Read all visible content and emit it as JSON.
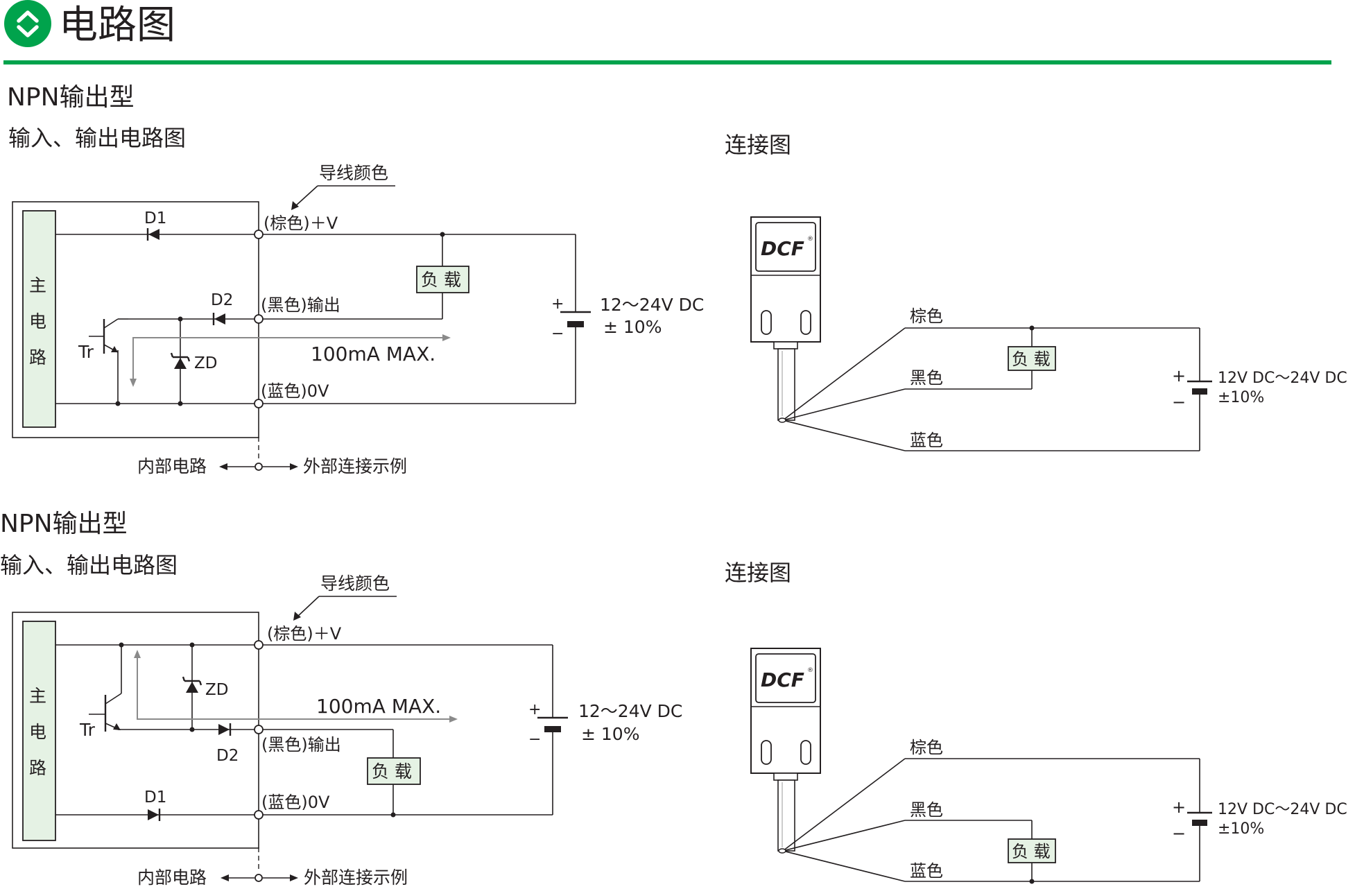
{
  "header": {
    "title": "电路图",
    "accent_color": "#00a34c",
    "icon": "chevron-updown-icon"
  },
  "sections": [
    {
      "title": "NPN输出型",
      "subtitle": "输入、输出电路图",
      "circuit": {
        "wire_color_label": "导线颜色",
        "main_circuit": [
          "主",
          "电",
          "路"
        ],
        "terminals": {
          "brown": "(棕色)＋V",
          "black": "(黑色)输出",
          "blue": "(蓝色)0V"
        },
        "components": {
          "d1": "D1",
          "d2": "D2",
          "zd": "ZD",
          "tr": "Tr",
          "load": "负 载"
        },
        "current": "100mA  MAX.",
        "supply": {
          "voltage": "12～24V DC",
          "tolerance": "± 10%",
          "plus": "+",
          "minus": "−"
        },
        "bottom": {
          "left": "内部电路",
          "right": "外部连接示例"
        }
      },
      "connection": {
        "title": "连接图",
        "brand": "DCF",
        "reg_mark": "®",
        "wires": [
          "棕色",
          "黑色",
          "蓝色"
        ],
        "load": "负 载",
        "supply": {
          "voltage": "12V DC～24V DC",
          "tolerance": "±10%",
          "plus": "+",
          "minus": "−"
        }
      }
    },
    {
      "title": "NPN输出型",
      "subtitle": "输入、输出电路图",
      "circuit": {
        "wire_color_label": "导线颜色",
        "main_circuit": [
          "主",
          "电",
          "路"
        ],
        "terminals": {
          "brown": "(棕色)＋V",
          "black": "(黑色)输出",
          "blue": "(蓝色)0V"
        },
        "components": {
          "d1": "D1",
          "d2": "D2",
          "zd": "ZD",
          "tr": "Tr",
          "load": "负 载"
        },
        "current": "100mA  MAX.",
        "supply": {
          "voltage": "12～24V DC",
          "tolerance": "± 10%",
          "plus": "+",
          "minus": "−"
        },
        "bottom": {
          "left": "内部电路",
          "right": "外部连接示例"
        }
      },
      "connection": {
        "title": "连接图",
        "brand": "DCF",
        "reg_mark": "®",
        "wires": [
          "棕色",
          "黑色",
          "蓝色"
        ],
        "load": "负 载",
        "supply": {
          "voltage": "12V DC～24V DC",
          "tolerance": "±10%",
          "plus": "+",
          "minus": "−"
        }
      }
    }
  ]
}
